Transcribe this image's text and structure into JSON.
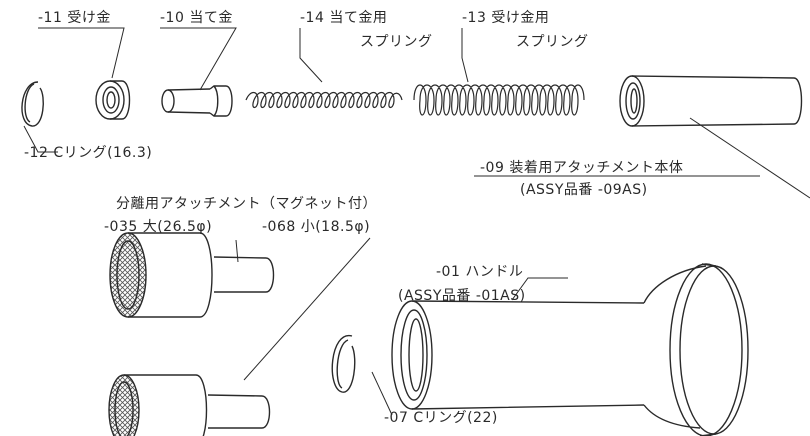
{
  "labels": {
    "part_11": "-11 受け金",
    "part_10": "-10 当て金",
    "part_14_line1": "-14 当て金用",
    "part_14_line2": "スプリング",
    "part_13_line1": "-13 受け金用",
    "part_13_line2": "スプリング",
    "part_12": "-12 Cリング(16.3)",
    "part_09_line1": "-09 装着用アタッチメント本体",
    "part_09_line2": "(ASSY品番 -09AS)",
    "separation_heading": "分離用アタッチメント（マグネット付）",
    "part_035": "-035 大(26.5φ)",
    "part_068": "-068 小(18.5φ)",
    "part_01_line1": "-01 ハンドル",
    "part_01_line2": "(ASSY品番 -01AS)",
    "part_07": "-07 Cリング(22)"
  },
  "colors": {
    "ink": "#2a2a2a",
    "background": "#ffffff"
  }
}
